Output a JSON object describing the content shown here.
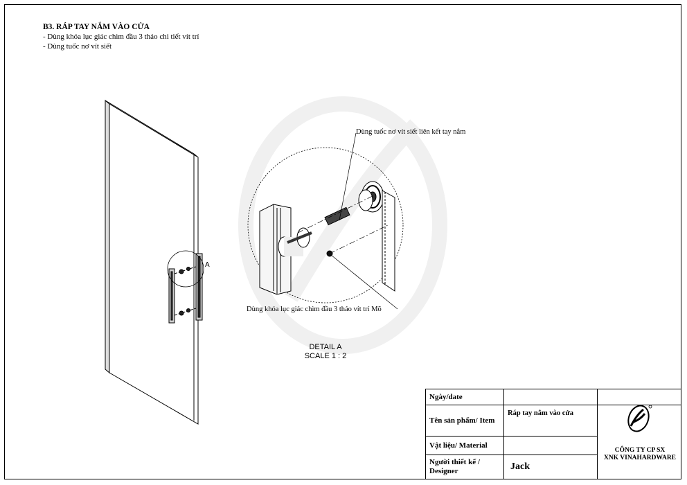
{
  "step": {
    "title": "B3. RÁP TAY NẮM VÀO CỬA",
    "lines": [
      "- Dùng khóa lục giác chìm đầu 3 tháo chi tiết vít trí",
      "- Dùng tuốc nơ vít siết"
    ]
  },
  "callouts": {
    "top": "Dùng tuốc nơ vít siết liên kết tay nắm",
    "bottom": "Dùng khóa lục giác chìm đầu 3 tháo vít trí Mõ"
  },
  "detail": {
    "marker": "A",
    "title": "DETAIL A",
    "scale": "SCALE 1 : 2"
  },
  "title_block": {
    "date_label": "Ngày/date",
    "item_label": "Tên sản phẩm/ Item",
    "item_value": "Ráp tay nắm vào cửa",
    "material_label": "Vật liệu/ Material",
    "designer_label": "Người thiết kế / Designer",
    "designer_value": "Jack",
    "company_line1": "CÔNG TY CP SX",
    "company_line2": "XNK VINAHARDWARE"
  }
}
